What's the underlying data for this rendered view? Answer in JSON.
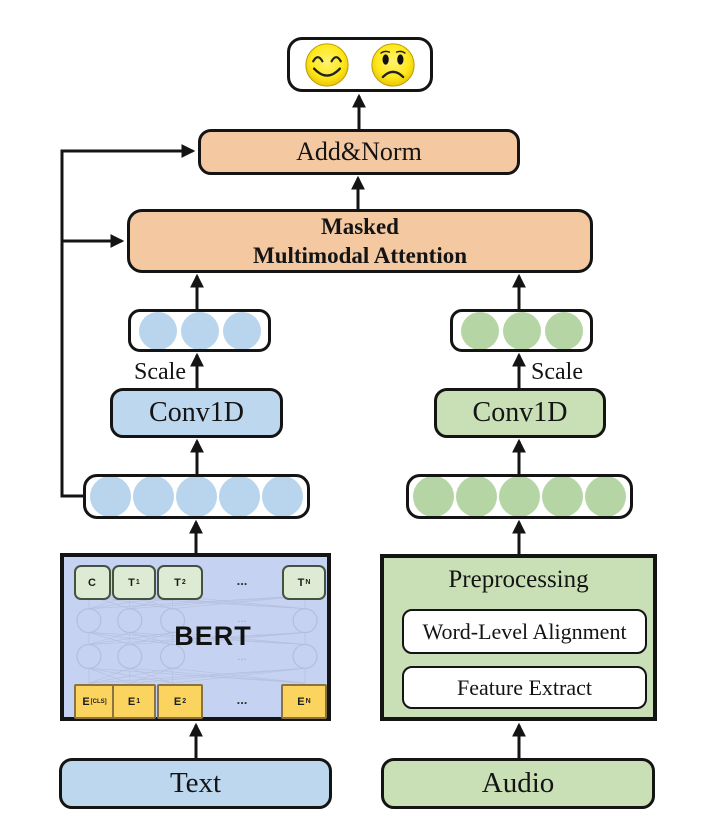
{
  "colors": {
    "peach": "#F4C9A2",
    "blue": "#BDD7EE",
    "blue_circle": "#B9D4ED",
    "green": "#C9DFB6",
    "green_circle": "#B5D6A4",
    "bert_bg": "#C6D2F1",
    "token_green": "#DEEBD4",
    "token_yellow": "#FBD45F",
    "line": "#141414",
    "net": "#B4BEDC"
  },
  "output": {
    "happy_icon": "smiling-face",
    "sad_icon": "frowning-face"
  },
  "blocks": {
    "add_norm": "Add&Norm",
    "masked_line1": "Masked",
    "masked_line2": "Multimodal Attention",
    "scale_text": "Scale",
    "scale_audio": "Scale",
    "conv1d_text": "Conv1D",
    "conv1d_audio": "Conv1D",
    "preprocessing_title": "Preprocessing",
    "preprocessing_steps": [
      "Word-Level Alignment",
      "Feature Extract"
    ],
    "input_text": "Text",
    "input_audio": "Audio"
  },
  "bert": {
    "label": "BERT",
    "ellipsis": "...",
    "top_tokens": [
      {
        "base": "C",
        "sub": ""
      },
      {
        "base": "T",
        "sub": "1"
      },
      {
        "base": "T",
        "sub": "2"
      },
      {
        "base": "T",
        "sub": "N"
      }
    ],
    "bottom_tokens": [
      {
        "base": "E",
        "sub": "[CLS]"
      },
      {
        "base": "E",
        "sub": "1"
      },
      {
        "base": "E",
        "sub": "2"
      },
      {
        "base": "E",
        "sub": "N"
      }
    ]
  }
}
